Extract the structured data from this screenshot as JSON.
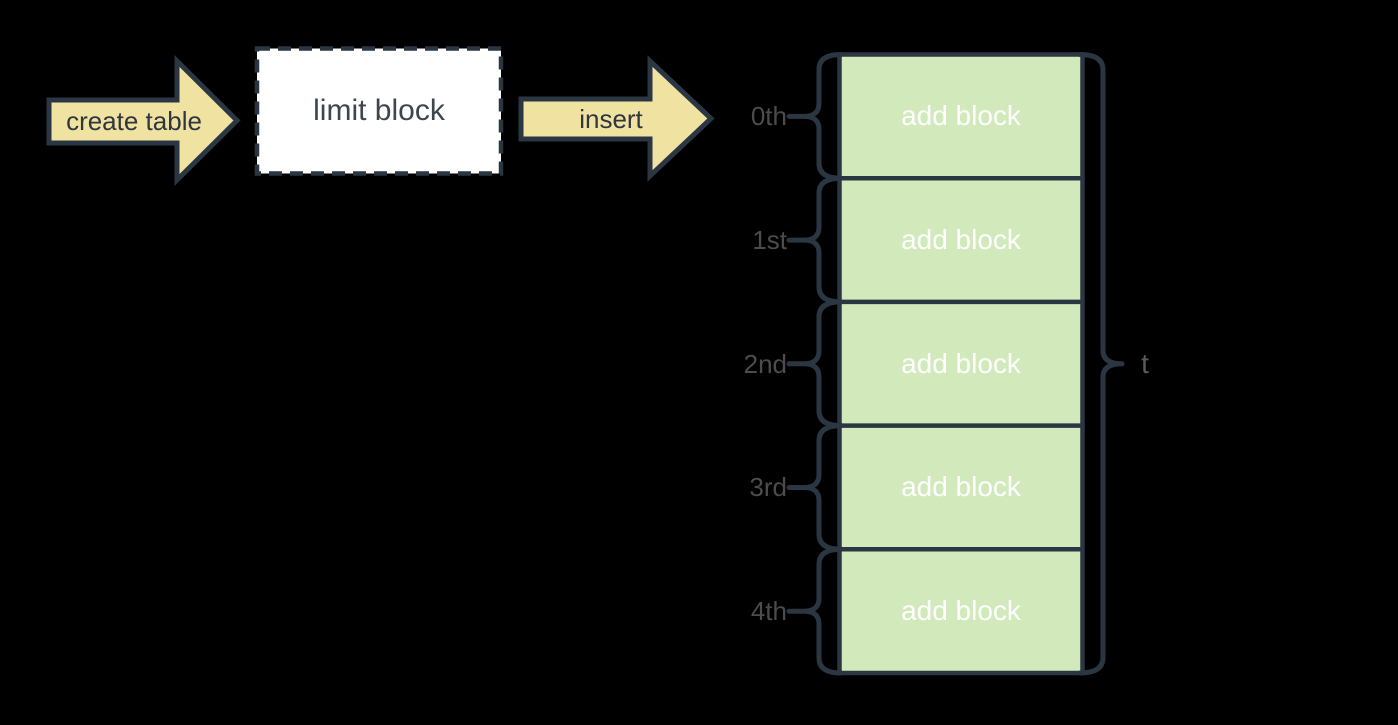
{
  "colors": {
    "background": "#000000",
    "stroke_dark": "#2a3642",
    "arrow_fill": "#f0e3a2",
    "block_fill": "#d2e9bc",
    "block_text": "#ffffff",
    "index_text": "#4c4c4c",
    "box_text": "#3d464f",
    "arrow_text": "#2f363d",
    "total_text": "#5a5a5a"
  },
  "flow": {
    "create_arrow_label": "create table",
    "limit_box_label": "limit block",
    "insert_arrow_label": "insert"
  },
  "stack": {
    "rows": [
      {
        "index": "0th",
        "label": "add block"
      },
      {
        "index": "1st",
        "label": "add block"
      },
      {
        "index": "2nd",
        "label": "add block"
      },
      {
        "index": "3rd",
        "label": "add block"
      },
      {
        "index": "4th",
        "label": "add block"
      }
    ],
    "total_label": "t"
  }
}
